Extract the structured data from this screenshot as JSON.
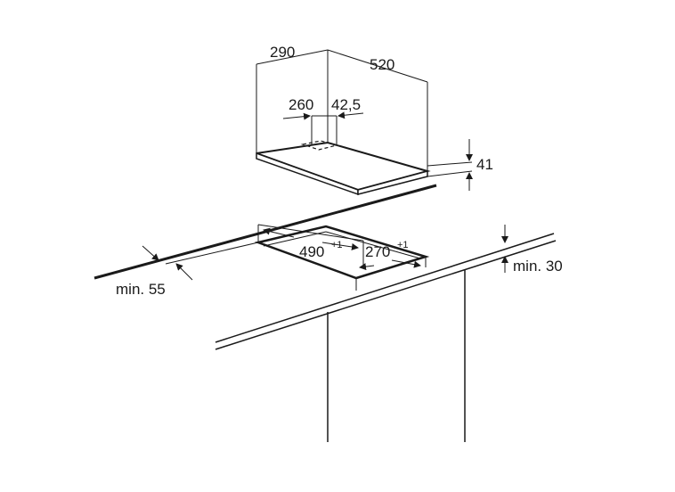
{
  "dimensions": {
    "width_top": "290",
    "depth_top": "520",
    "inner_a": "260",
    "inner_b": "42,5",
    "height": "41",
    "cutout_depth": "490",
    "cutout_depth_tol": "+1",
    "cutout_width": "270",
    "cutout_width_tol": "+1",
    "min_front": "min. 30",
    "min_side": "min. 55"
  }
}
